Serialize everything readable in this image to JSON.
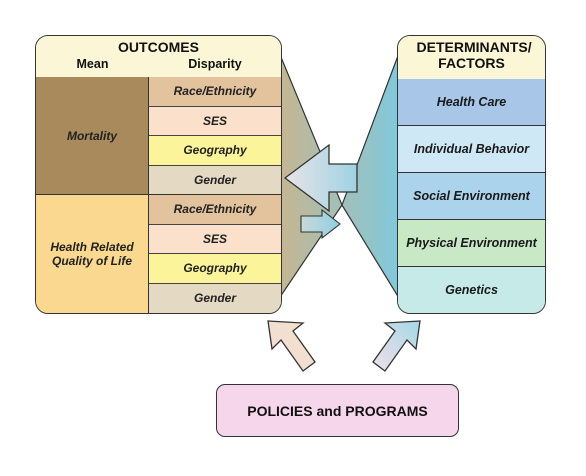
{
  "outcomes": {
    "title": "OUTCOMES",
    "col_mean": "Mean",
    "col_disparity": "Disparity",
    "groups": [
      {
        "label": "Mortality",
        "color": "#a98a5c",
        "rows": [
          {
            "label": "Race/Ethnicity",
            "color": "#e2c39d"
          },
          {
            "label": "SES",
            "color": "#fbe1cb"
          },
          {
            "label": "Geography",
            "color": "#fbf49a"
          },
          {
            "label": "Gender",
            "color": "#e4d9c3"
          }
        ]
      },
      {
        "label": "Health Related Quality of Life",
        "color": "#fbd88f",
        "rows": [
          {
            "label": "Race/Ethnicity",
            "color": "#e2c39d"
          },
          {
            "label": "SES",
            "color": "#fbe1cb"
          },
          {
            "label": "Geography",
            "color": "#fbf49a"
          },
          {
            "label": "Gender",
            "color": "#e4d9c3"
          }
        ]
      }
    ]
  },
  "determinants": {
    "title": "DETERMINANTS/ FACTORS",
    "items": [
      {
        "label": "Health Care",
        "color": "#a7c6e8"
      },
      {
        "label": "Individual Behavior",
        "color": "#cfe8f5"
      },
      {
        "label": "Social Environment",
        "color": "#abd3eb"
      },
      {
        "label": "Physical Environment",
        "color": "#c8e8c6"
      },
      {
        "label": "Genetics",
        "color": "#c6eae8"
      }
    ]
  },
  "policies": {
    "label": "POLICIES and PROGRAMS"
  },
  "colors": {
    "outline": "#333333",
    "header_bg": "#fbf6d6",
    "funnel_left": "#c8b58f",
    "funnel_right": "#7fc9de",
    "arrow_left_pink": "#f3d4da",
    "arrow_right_blue": "#a9d3e3"
  }
}
